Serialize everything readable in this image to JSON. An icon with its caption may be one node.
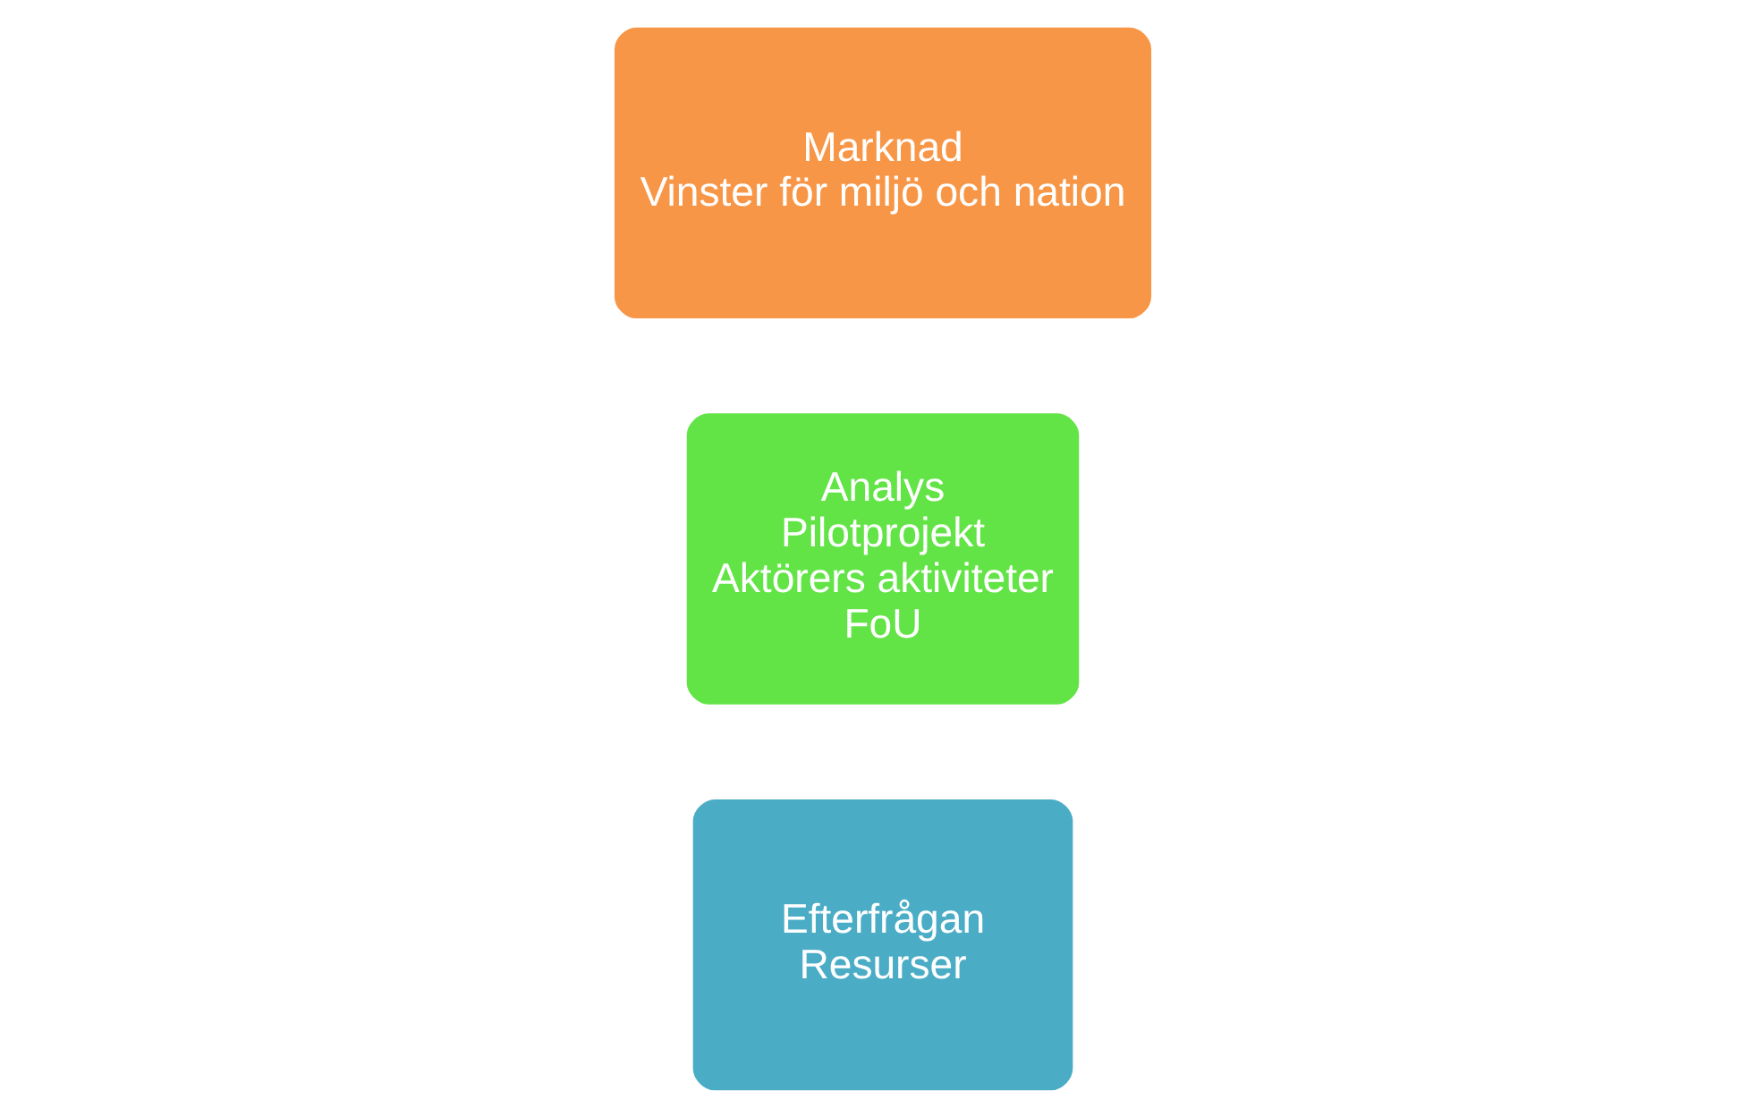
{
  "diagram": {
    "nodes": [
      {
        "text": [
          "Efterfrågan",
          "Resurser"
        ]
      },
      {
        "text": [
          "Analys",
          "Pilotprojekt",
          "Aktörers aktiviteter",
          "FoU"
        ]
      },
      {
        "text": [
          "Marknad",
          "Vinster för miljö och nation"
        ]
      }
    ]
  }
}
